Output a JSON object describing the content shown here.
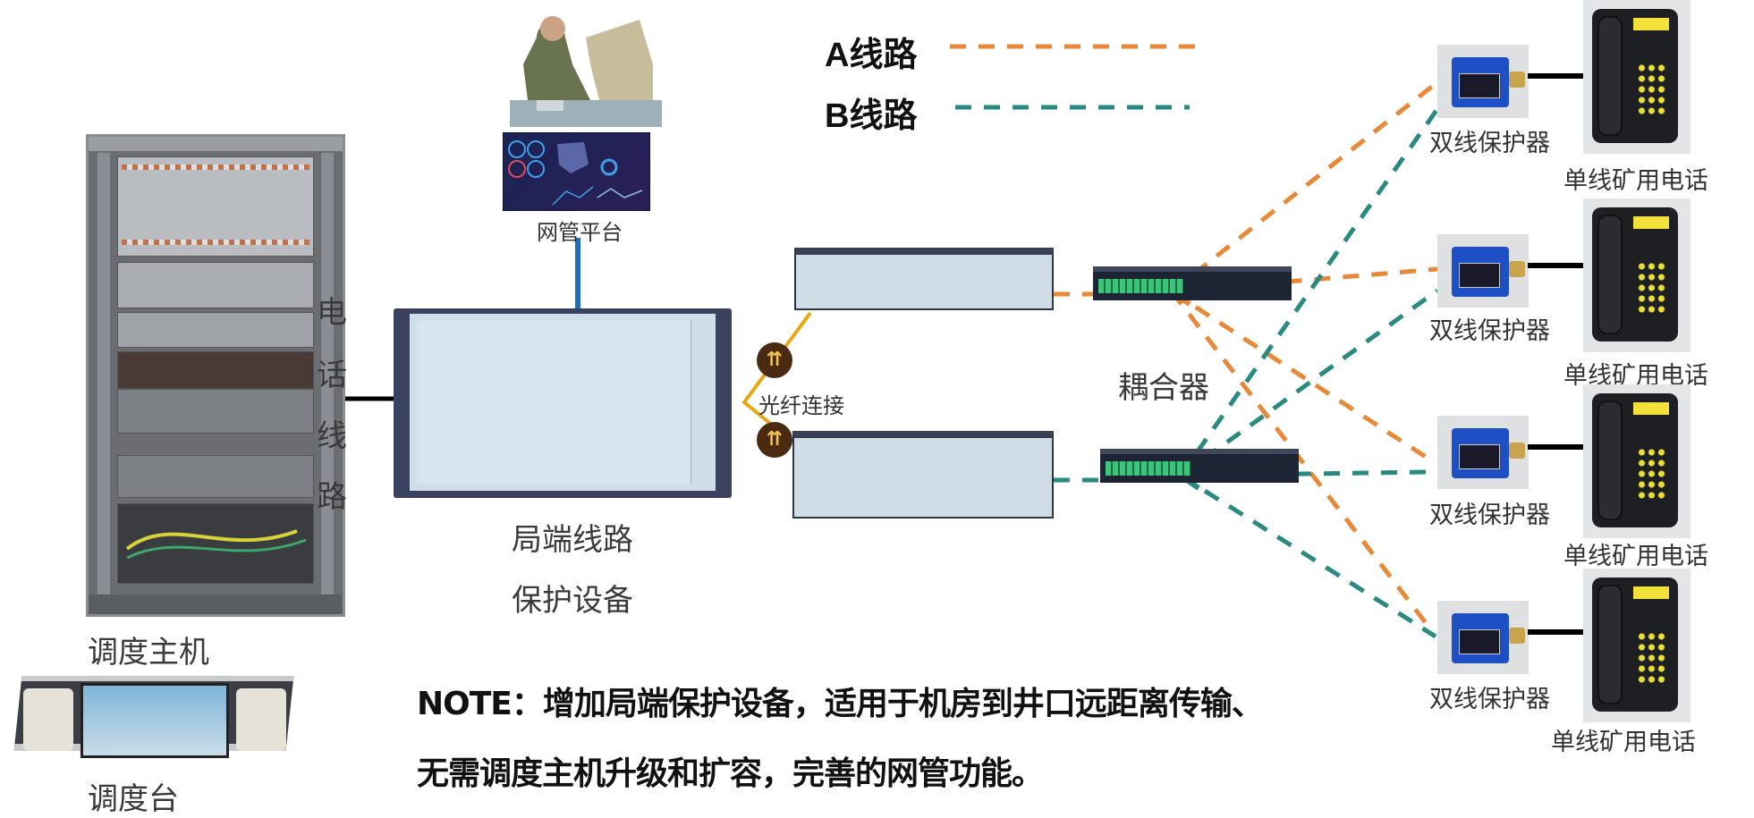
{
  "legend": {
    "a_line": {
      "label": "A线路",
      "color": "#e8893a"
    },
    "b_line": {
      "label": "B线路",
      "color": "#2a8a80"
    }
  },
  "nodes": {
    "dispatch_host": {
      "label": "调度主机"
    },
    "dispatch_console": {
      "label": "调度台"
    },
    "phone_line_label": [
      "电",
      "话",
      "线",
      "路"
    ],
    "nms_platform": {
      "label": "网管平台"
    },
    "local_protection": {
      "label_line1": "局端线路",
      "label_line2": "保护设备"
    },
    "fiber": {
      "label": "光纤连接"
    },
    "coupler": {
      "label": "耦合器"
    },
    "protectors": [
      {
        "label": "双线保护器"
      },
      {
        "label": "双线保护器"
      },
      {
        "label": "双线保护器"
      },
      {
        "label": "双线保护器"
      }
    ],
    "phones": [
      {
        "label": "单线矿用电话"
      },
      {
        "label": "单线矿用电话"
      },
      {
        "label": "单线矿用电话"
      },
      {
        "label": "单线矿用电话"
      }
    ]
  },
  "colors": {
    "nms_link": "#1f6fbf",
    "fiber": "#e8a815",
    "black_link": "#000000"
  },
  "note": {
    "line1": "NOTE：增加局端保护设备，适用于机房到井口远距离传输、",
    "line2": "无需调度主机升级和扩容，完善的网管功能。"
  }
}
